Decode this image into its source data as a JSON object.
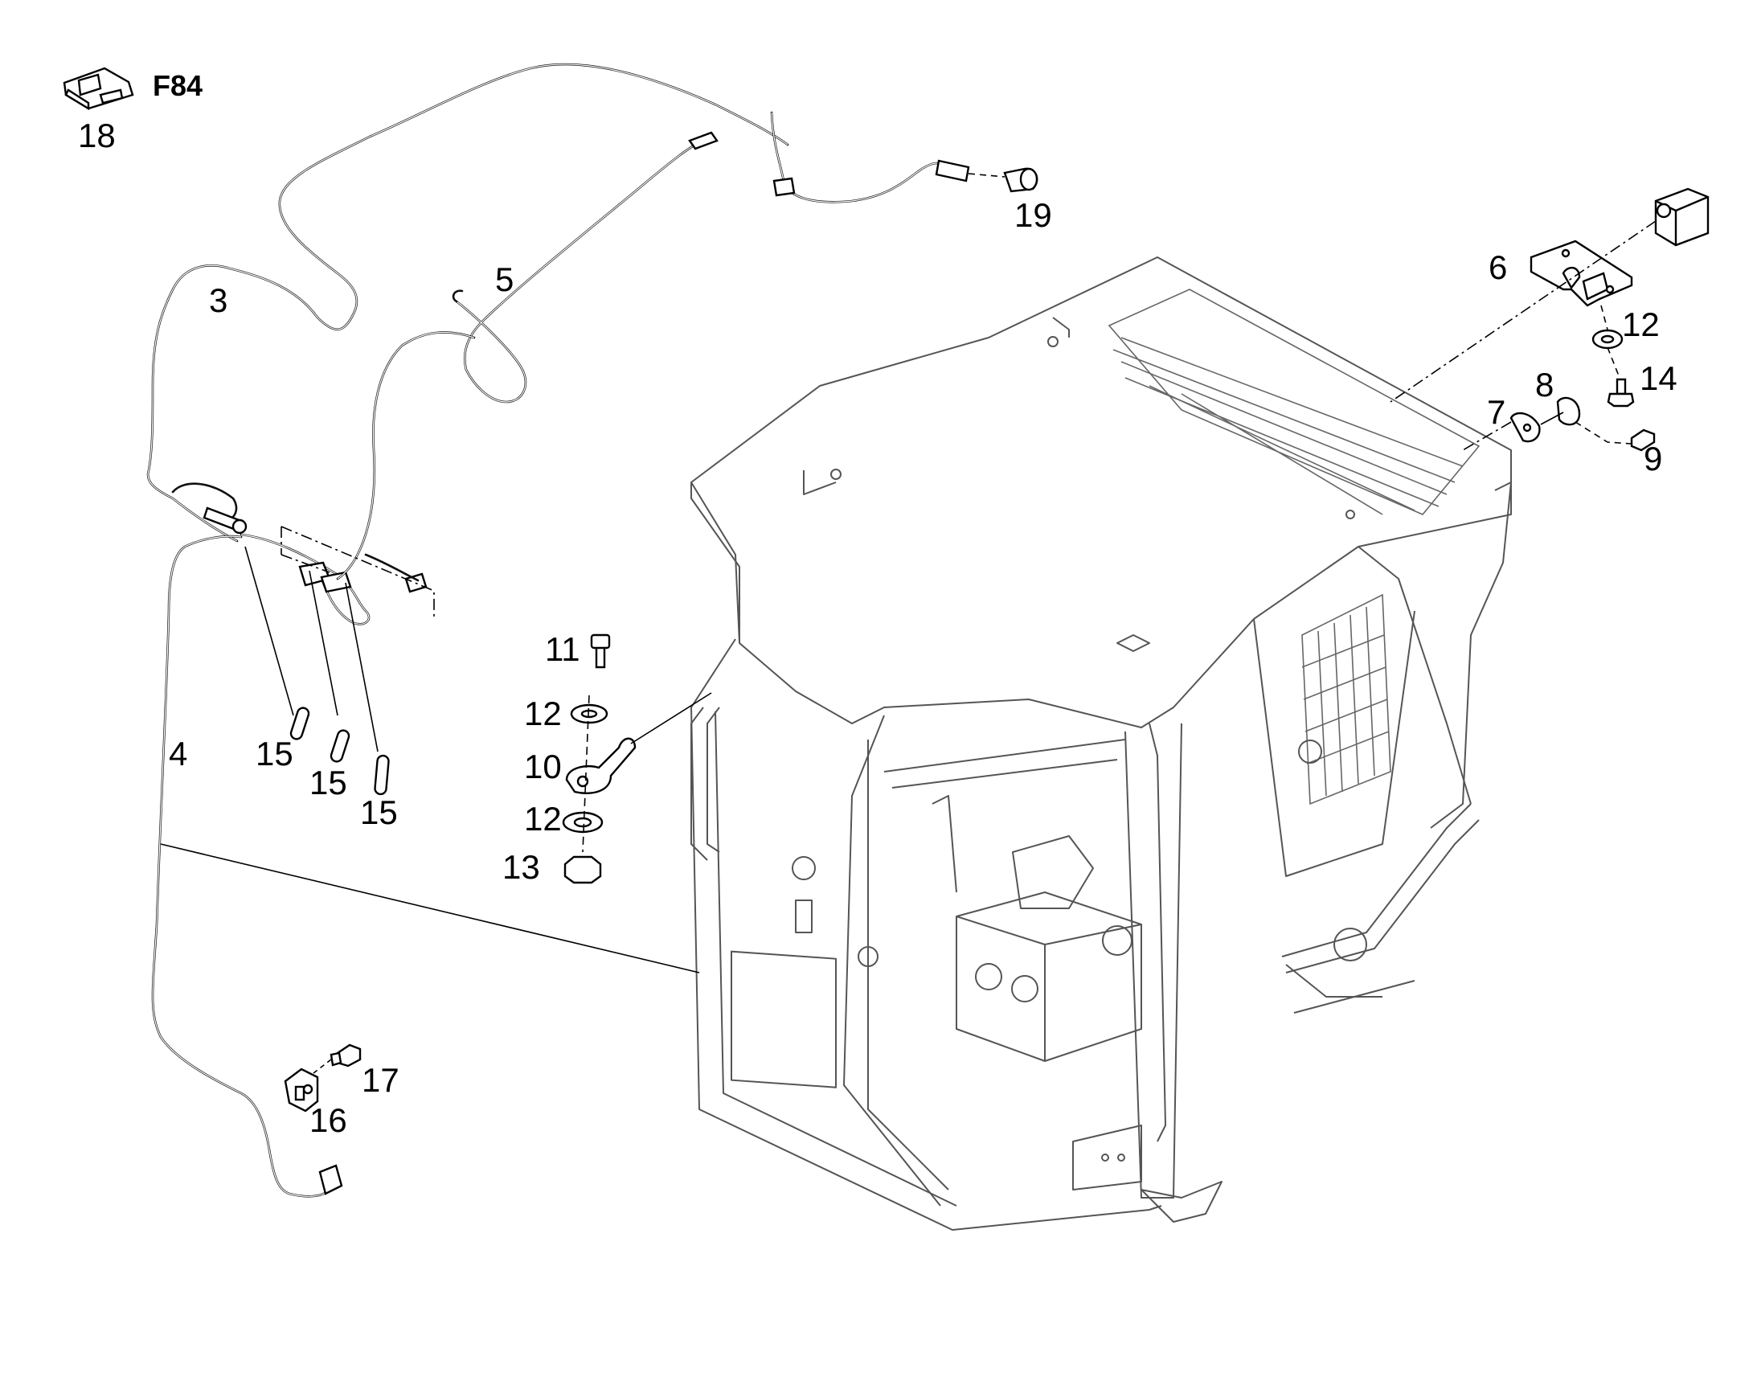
{
  "callouts": {
    "c3": "3",
    "c4": "4",
    "c5": "5",
    "c6": "6",
    "c7": "7",
    "c8": "8",
    "c9": "9",
    "c10": "10",
    "c11": "11",
    "c12a": "12",
    "c12b": "12",
    "c12c": "12",
    "c13": "13",
    "c14": "14",
    "c15a": "15",
    "c15b": "15",
    "c15c": "15",
    "c16": "16",
    "c17": "17",
    "c18": "18",
    "c19": "19"
  },
  "fuse_label": "F84"
}
